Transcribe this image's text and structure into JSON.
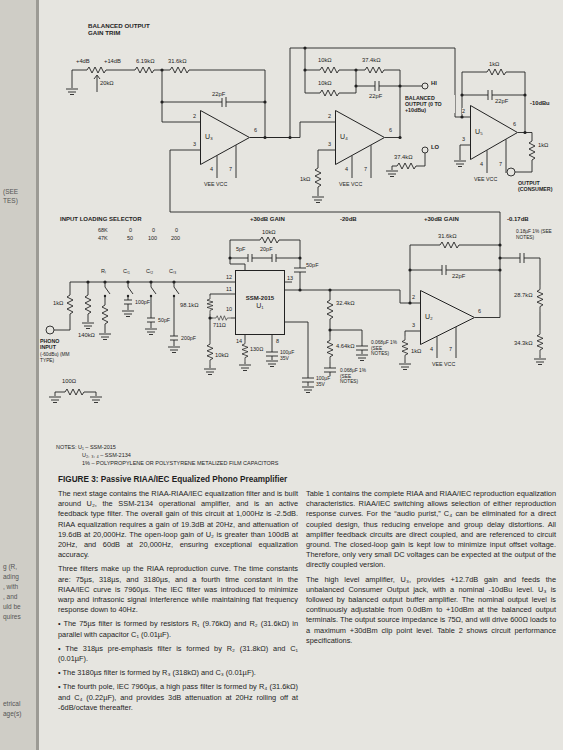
{
  "diagram": {
    "caption": "FIGURE 3: Passive RIAA/IEC Equalized Phono Preamplifier",
    "nodes": [
      {
        "text": [
          "U₃"
        ]
      },
      {
        "text": [
          "U₄"
        ]
      },
      {
        "text": [
          "U₅"
        ]
      },
      {
        "text": [
          "SSM-2015",
          "U₁"
        ]
      },
      {
        "text": [
          "U₂"
        ]
      }
    ],
    "edges": [
      {
        "from": 3,
        "to": 4,
        "arrow": "none"
      },
      {
        "from": 4,
        "to": 0,
        "arrow": "none"
      },
      {
        "from": 0,
        "to": 1,
        "arrow": "none"
      },
      {
        "from": 0,
        "to": 2,
        "arrow": "none"
      }
    ],
    "labels": [
      "BALANCED OUTPUT GAIN TRIM",
      "+4dB",
      "+14dB",
      "6.19kΩ",
      "31.6kΩ",
      "20kΩ",
      "22pF",
      "2",
      "3",
      "6",
      "4",
      "7",
      "VEE VCC",
      "10kΩ",
      "10kΩ",
      "37.4kΩ",
      "22pF",
      "HI",
      "BALANCED OUTPUT (0 TO +10dBu)",
      "LO",
      "37.4kΩ",
      "2",
      "3",
      "6",
      "4",
      "7",
      "VEE VCC",
      "1kΩ",
      "1kΩ",
      "-10dBu",
      "22pF",
      "1kΩ",
      "OUTPUT (CONSUMER)",
      "2",
      "3",
      "6",
      "4",
      "7",
      "VEE VCC",
      "INPUT LOADING SELECTOR",
      "68K",
      "47K",
      "0",
      "50",
      "0",
      "100",
      "0",
      "200",
      "+30dB GAIN",
      "-20dB",
      "+30dB GAIN",
      "-0.17dB",
      "10kΩ",
      "5pF",
      "20pF",
      "50pF",
      "Rₗ",
      "Cₗ₁",
      "Cₗ₂",
      "Cₗ₃",
      "100pF",
      "50pF",
      "200pF",
      "1kΩ",
      "140kΩ",
      "PHONO INPUT",
      "(-60dBu) (MM TYPE)",
      "100Ω",
      "98.1kΩ",
      "711Ω",
      "12",
      "11",
      "13",
      "10",
      "14",
      "8",
      "130Ω",
      "100µF 35V",
      "100µF 35V",
      "10kΩ",
      "32.4kΩ",
      "4.64kΩ",
      "0.068µF 1% (SEE NOTES)",
      "0.068µF 1% (SEE NOTES)",
      "31.6kΩ",
      "22pF",
      "2",
      "3",
      "6",
      "4",
      "7",
      "VEE VCC",
      "1kΩ",
      "0.18µF 1% (SEE NOTES)",
      "28.7kΩ",
      "34.3kΩ",
      "NOTES: U₁ – SSM-2015",
      "U₂, ₃, ₄ – SSM-2134",
      "1% – POLYPROPYLENE OR POLYSTYRENE METALIZED FILM CAPACITORS",
      "The next stage contains the RIAA-RIAA/IEC equalization filter and is built around U₂, the SSM-2134 operational amplifier, and is an active feedback type filter. The overall gain of this circuit at 1,000Hz is -2.5dB. RIAA equalization requires a gain of 19.3dB at 20Hz, and attenuation of 19.6dB at 20,000Hz. The open-loop gain of U₂ is greater than 100dB at 20Hz, and 60dB at 20,000Hz, ensuring exceptional equalization accuracy.",
      "Three filters make up the RIAA reproduction curve. The time constants are: 75µs, 318µs, and 3180µs, and a fourth time constant in the RIAA/IEC curve is 7960µs. The IEC filter was introduced to minimize warp and infrasonic signal interference while maintaining flat frequency response down to 40Hz.",
      "• The 75µs filter is formed by resistors R₁ (9.76kΩ) and R₂ (31.6kΩ) in parallel with capacitor C₁ (0.01µF).",
      "• The 318µs pre-emphasis filter is formed by R₂ (31.8kΩ) and C₁ (0.01µF).",
      "• The 3180µs filter is formed by R₃ (318kΩ) and C₃ (0.01µF).",
      "• The fourth pole, IEC 7960µs, a high pass filter is formed by R₄ (31.6kΩ) and C₄ (0.22µF), and provides 3dB attenuation at 20Hz rolling off at -6dB/octave thereafter.",
      "Table 1 contains the complete RIAA and RIAA/IEC reproduction equalization characteristics. RIAA/IEC switching allows selection of either reproduction response curves. For the “audio purist,” C₄ can be eliminated for a direct coupled design, thus reducing envelope and group delay distortions. All amplifier feedback circuits are direct coupled, and are referenced to circuit ground. The closed-loop gain is kept low to minimize input offset voltage. Therefore, only very small DC voltages can be expected at the output of the directly coupled version.",
      "The high level amplifier, U₃, provides +12.7dB gain and feeds the unbalanced Consumer Output jack, with a nominal -10dBu level. U₃ is followed by balanced output buffer amplifier. The nominal output level is continuously adjustable from 0.0dBm to +10dBm at the balanced output terminals. The output source impedance is 75Ω, and will drive 600Ω loads to a maximum +30dBm clip point level. Table 2 shows circuit performance specifications.",
      "(SEE",
      "TES)",
      "g (R,",
      "ading",
      ", with",
      ", and",
      "uld be",
      "quires",
      "etrical",
      "age(s)"
    ]
  }
}
